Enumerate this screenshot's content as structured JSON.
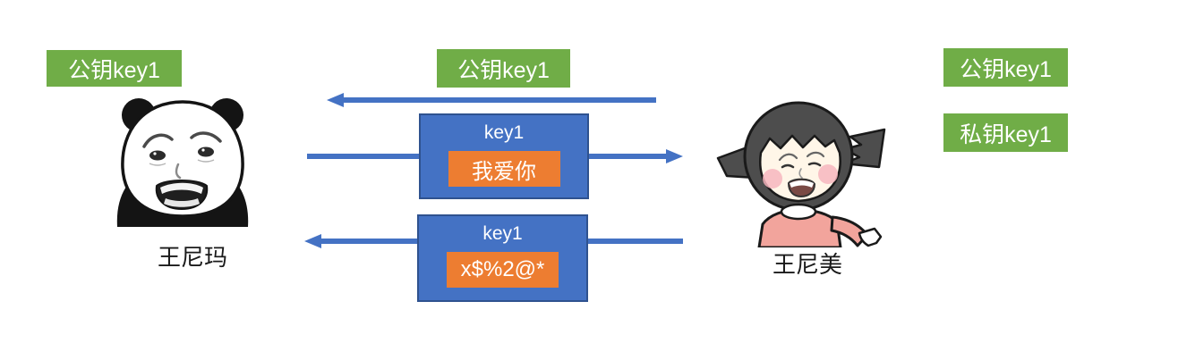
{
  "colors": {
    "badge_green": "#70AD47",
    "box_blue": "#4472C4",
    "box_blue_border": "#2F528F",
    "payload_orange": "#ED7D31",
    "arrow_blue": "#4472C4",
    "badge_text": "#FFFFFF",
    "name_text": "#1A1A1A"
  },
  "left_actor": {
    "name": "王尼玛",
    "badge_public_key": "公钥key1"
  },
  "right_actor": {
    "name": "王尼美",
    "badge_public_key": "公钥key1",
    "badge_private_key": "私钥key1"
  },
  "key_exchange": {
    "badge_public_key": "公钥key1"
  },
  "message_to_right": {
    "key": "key1",
    "payload": "我爱你"
  },
  "message_to_left": {
    "key": "key1",
    "payload": "x$%2@*"
  }
}
